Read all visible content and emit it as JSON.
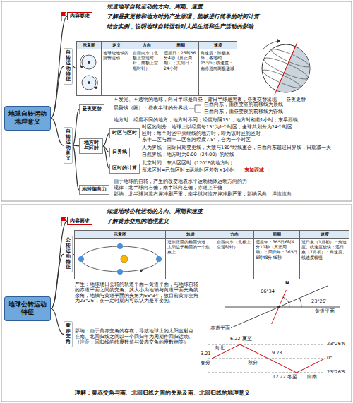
{
  "diagram": {
    "nodes": [
      {
        "text": [
          "地球自转运动地理意义"
        ]
      },
      {
        "text": [
          "内容要求"
        ]
      },
      {
        "text": [
          "自转运动特征"
        ]
      },
      {
        "text": [
          "示意图",
          "定义",
          "方向",
          "周期",
          "速度",
          "地球绕地轴的旋转运动",
          "自西向东（北极上空逆时针，南极上空顺时针）",
          "恒星日：23时56分4秒（真正周期）；太阳日：24小时",
          "角速度：除极点外，各地约15°/h；线速度：由赤道向两极递减"
        ]
      },
      {
        "text": [
          "自转运动意义"
        ]
      },
      {
        "text": [
          "昼夜更替"
        ]
      },
      {
        "text": [
          "地方时与区时"
        ]
      },
      {
        "text": [
          "时区与区时"
        ]
      },
      {
        "text": [
          "日界线"
        ]
      },
      {
        "text": [
          "区时的计算"
        ]
      },
      {
        "text": [
          "地转偏向力"
        ]
      },
      {
        "text": [
          "地球公转运动特征"
        ]
      },
      {
        "text": [
          "内容要求"
        ]
      },
      {
        "text": [
          "公转运动特征"
        ]
      },
      {
        "text": [
          "示意图",
          "轨道",
          "方向",
          "周期",
          "速度",
          "近似正圆的椭圆轨道，太阳位于椭圆的一个焦点上",
          "自西向东（北极上空逆时针）",
          "恒星年：365日6时9分10秒（真正周期）；回归年：365日5时48分46秒",
          "近日点（1月初）：角速度、线速度较快；远日点（7月初）：角速度、线速度较慢"
        ]
      },
      {
        "text": [
          "黄赤交角"
        ]
      }
    ],
    "edges": [
      {
        "from": 0,
        "to": 1,
        "arrow": "none"
      },
      {
        "from": 0,
        "to": 2,
        "arrow": "none"
      },
      {
        "from": 0,
        "to": 4,
        "arrow": "none"
      },
      {
        "from": 2,
        "to": 3,
        "arrow": "none"
      },
      {
        "from": 4,
        "to": 5,
        "arrow": "none"
      },
      {
        "from": 4,
        "to": 6,
        "arrow": "none"
      },
      {
        "from": 4,
        "to": 10,
        "arrow": "none"
      },
      {
        "from": 6,
        "to": 7,
        "arrow": "none"
      },
      {
        "from": 6,
        "to": 8,
        "arrow": "none"
      },
      {
        "from": 6,
        "to": 9,
        "arrow": "none"
      },
      {
        "from": 11,
        "to": 12,
        "arrow": "none"
      },
      {
        "from": 11,
        "to": 13,
        "arrow": "none"
      },
      {
        "from": 11,
        "to": 15,
        "arrow": "none"
      },
      {
        "from": 13,
        "to": 14,
        "arrow": "none"
      }
    ],
    "labels": [
      "知道地球自转运动的方向、周期、速度",
      "了解昼夜更替和地方时的产生原理，能够进行简单的时间计算",
      "结合实例，说明地球自转运动对人类生活和生产活动的影响",
      "不发光、不透明的地球，向日半球是白昼，背日半球是黑夜，昼夜交替出现——昼夜更替",
      "晨昏线（圈）：昼夜半球的分界线",
      "自西向东，由夜变昼的前移线为晨线",
      "自西向东，由昼变夜的前移线为昏线",
      "地方时：经度不同的地方，地方时不同；经度每隔15°，地方时相差1小时；东早西晚",
      "时区的划分：地球上以经度每15°为1个时区，全球共划分为24个时区",
      "区时：每个时区中央经线的地方时，即为该时区的区时",
      "东十二区与西十二区各跨经度7.5°，合为一个时区",
      "人为界线：国际日期变更线，大致与180°经线重合，自西向东越过日界线，日期减一天",
      "自然界线：地方时为0:00（24:00）的经线",
      "北京时间：东八区区时（120°E的地方时）",
      "所求区时=已知区时±两地时区差数×1小时",
      "东加西减",
      "由于地球的自转，产生的改变地表水平运动物体运动方向的力",
      "规律：北半球向右偏，南半球向左偏，赤道上不偏",
      "影响：北半球河流右岸冲刷严重，南半球河流左岸冲刷严重；影响风向、洋流流向",
      "知道地球公转运动的方向、周期和速度",
      "了解黄赤交角的地理意义",
      "产生：地球绕日公转的轨道平面—黄道平面，与地球自转的赤道平面之间的交角。其大小为地轴与黄道平面夹角的余角，地轴与黄道平面的夹角为66°34′，故目前黄赤交角为23°26′，在一定时期内可以认为是不变的。",
      "N",
      "66°34′",
      "23°26′",
      "赤道平面",
      "黄道平面",
      "影响：由于黄赤交角的存在，导致地球上的太阳直射点在南、北回归线之间以一个回归年为周期作回归运动。（注意：回归线的纬度数值与黄赤交角的度数相等）",
      "6.22 夏至",
      "向北",
      "3.21",
      "春分",
      "9.23",
      "秋分",
      "12.22 冬至",
      "向南",
      "23°26′N",
      "0°",
      "23°26′S",
      "理解：黄赤交角与南、北回归线之间的关系及南、北回归线的地理意义"
    ]
  }
}
